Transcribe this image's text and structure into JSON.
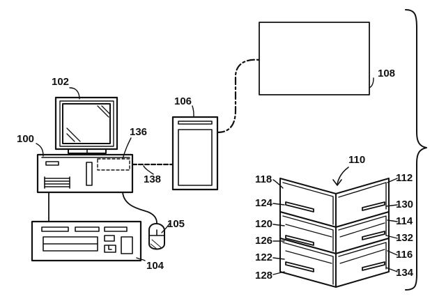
{
  "diagram": {
    "labels": {
      "computer": "100",
      "monitor": "102",
      "mouse": "105",
      "keyboard": "104",
      "server": "106",
      "remote_box": "108",
      "storage_group": "110",
      "rack_112": "112",
      "rack_114": "114",
      "rack_116": "116",
      "rack_118": "118",
      "rack_120": "120",
      "rack_122": "122",
      "slot_124": "124",
      "slot_126": "126",
      "slot_128": "128",
      "slot_130": "130",
      "slot_132": "132",
      "slot_134": "134",
      "port_136": "136",
      "cable_138": "138"
    },
    "colors": {
      "ink": "#111111",
      "paper": "#ffffff"
    }
  }
}
